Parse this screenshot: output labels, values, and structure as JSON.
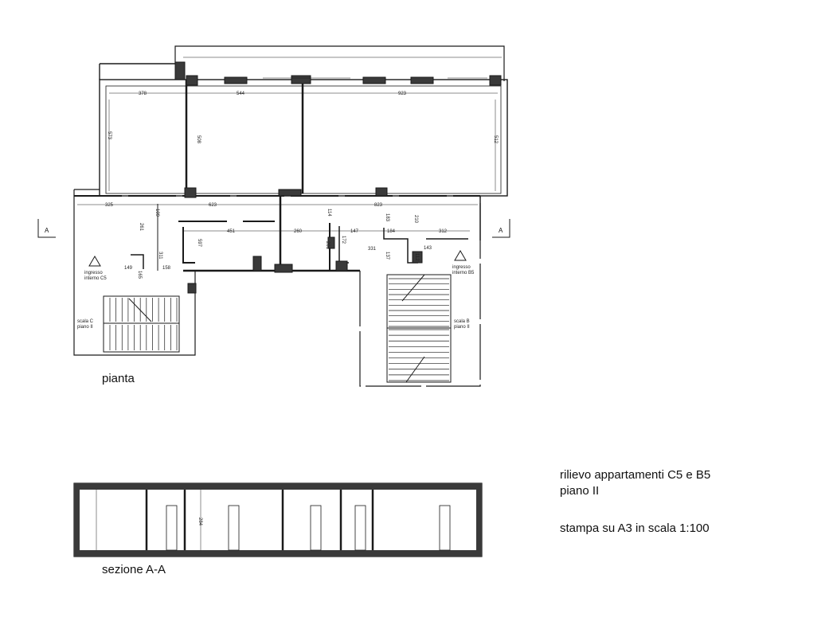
{
  "titles": {
    "plan": "pianta",
    "section": "sezione A-A"
  },
  "info": {
    "line1": "rilievo appartamenti C5 e B5",
    "line2": "piano II",
    "line3": "stampa su A3 in scala 1:100"
  },
  "plan_labels": {
    "section_marker_left": "A",
    "section_marker_right": "A",
    "entrance_c": [
      "ingresso",
      "interno C5"
    ],
    "entrance_b": [
      "ingresso",
      "interno B5"
    ],
    "stair_c": [
      "scala C",
      "piano II"
    ],
    "stair_b": [
      "scala B",
      "piano II"
    ]
  },
  "dimensions": {
    "top_row": [
      "378",
      "544",
      "923"
    ],
    "top_heights": [
      "573",
      "508",
      "512"
    ],
    "mid_row": [
      "325",
      "623",
      "823"
    ],
    "mid_small": [
      "109",
      "261",
      "311",
      "451",
      "597",
      "114",
      "260",
      "201",
      "172",
      "147",
      "184",
      "183",
      "210",
      "312",
      "331",
      "137",
      "112",
      "143"
    ],
    "lower_row": [
      "149",
      "165",
      "158"
    ],
    "section_height": "284"
  },
  "colors": {
    "line": "#1a1a1a",
    "wall_fill": "#3a3a3a",
    "light_line": "#555555"
  }
}
